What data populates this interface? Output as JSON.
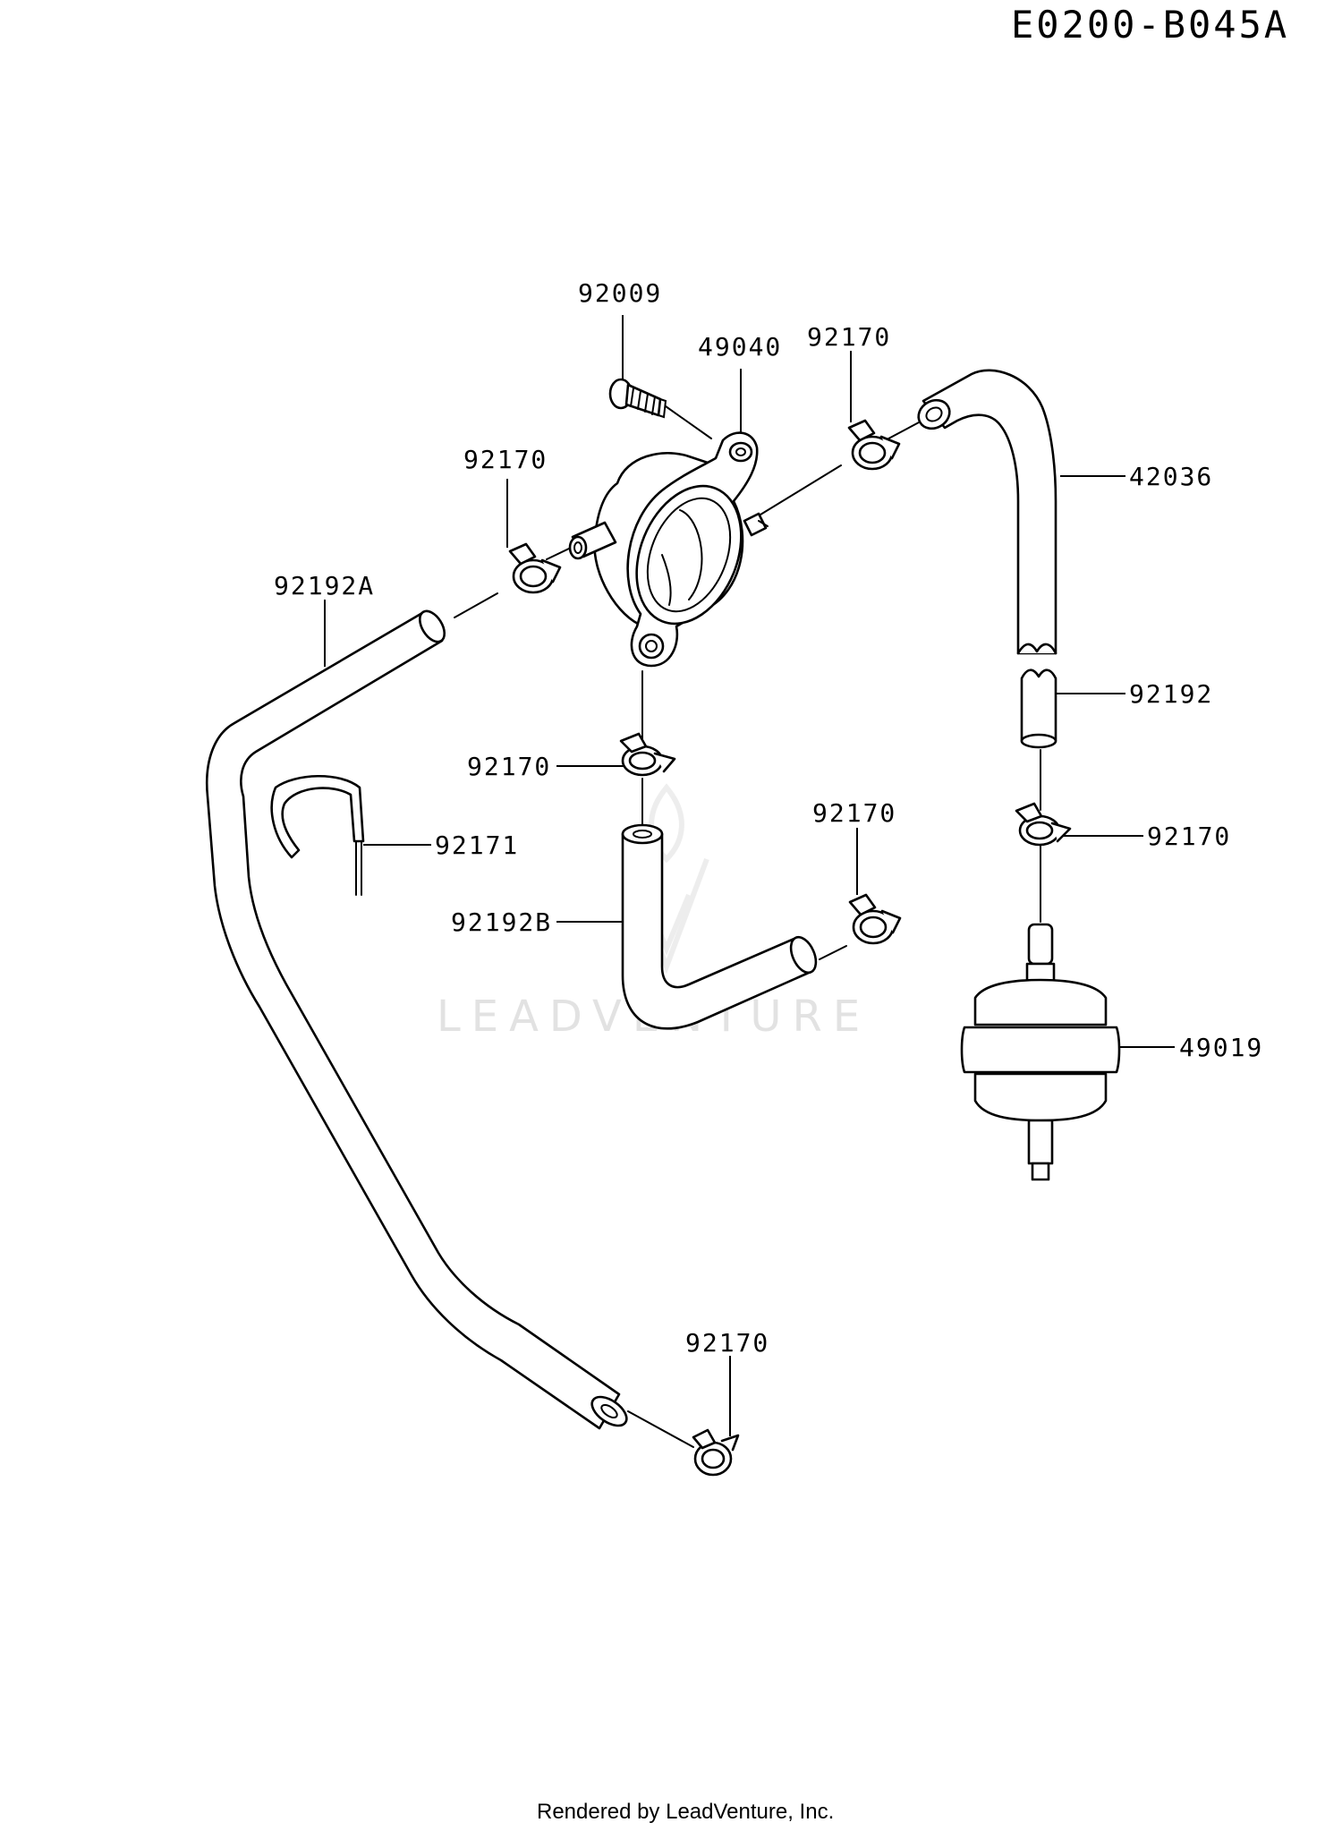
{
  "diagram": {
    "code": "E0200-B045A",
    "watermark": "LEADVENTURE",
    "footer": "Rendered by LeadVenture, Inc.",
    "callouts": [
      {
        "id": "c1",
        "label": "92009"
      },
      {
        "id": "c2",
        "label": "49040"
      },
      {
        "id": "c3",
        "label": "92170"
      },
      {
        "id": "c4",
        "label": "92170"
      },
      {
        "id": "c5",
        "label": "42036"
      },
      {
        "id": "c6",
        "label": "92192A"
      },
      {
        "id": "c7",
        "label": "92192"
      },
      {
        "id": "c8",
        "label": "92170"
      },
      {
        "id": "c9",
        "label": "92171"
      },
      {
        "id": "c10",
        "label": "92170"
      },
      {
        "id": "c11",
        "label": "92170"
      },
      {
        "id": "c12",
        "label": "92192B"
      },
      {
        "id": "c13",
        "label": "49019"
      },
      {
        "id": "c14",
        "label": "92170"
      }
    ]
  }
}
